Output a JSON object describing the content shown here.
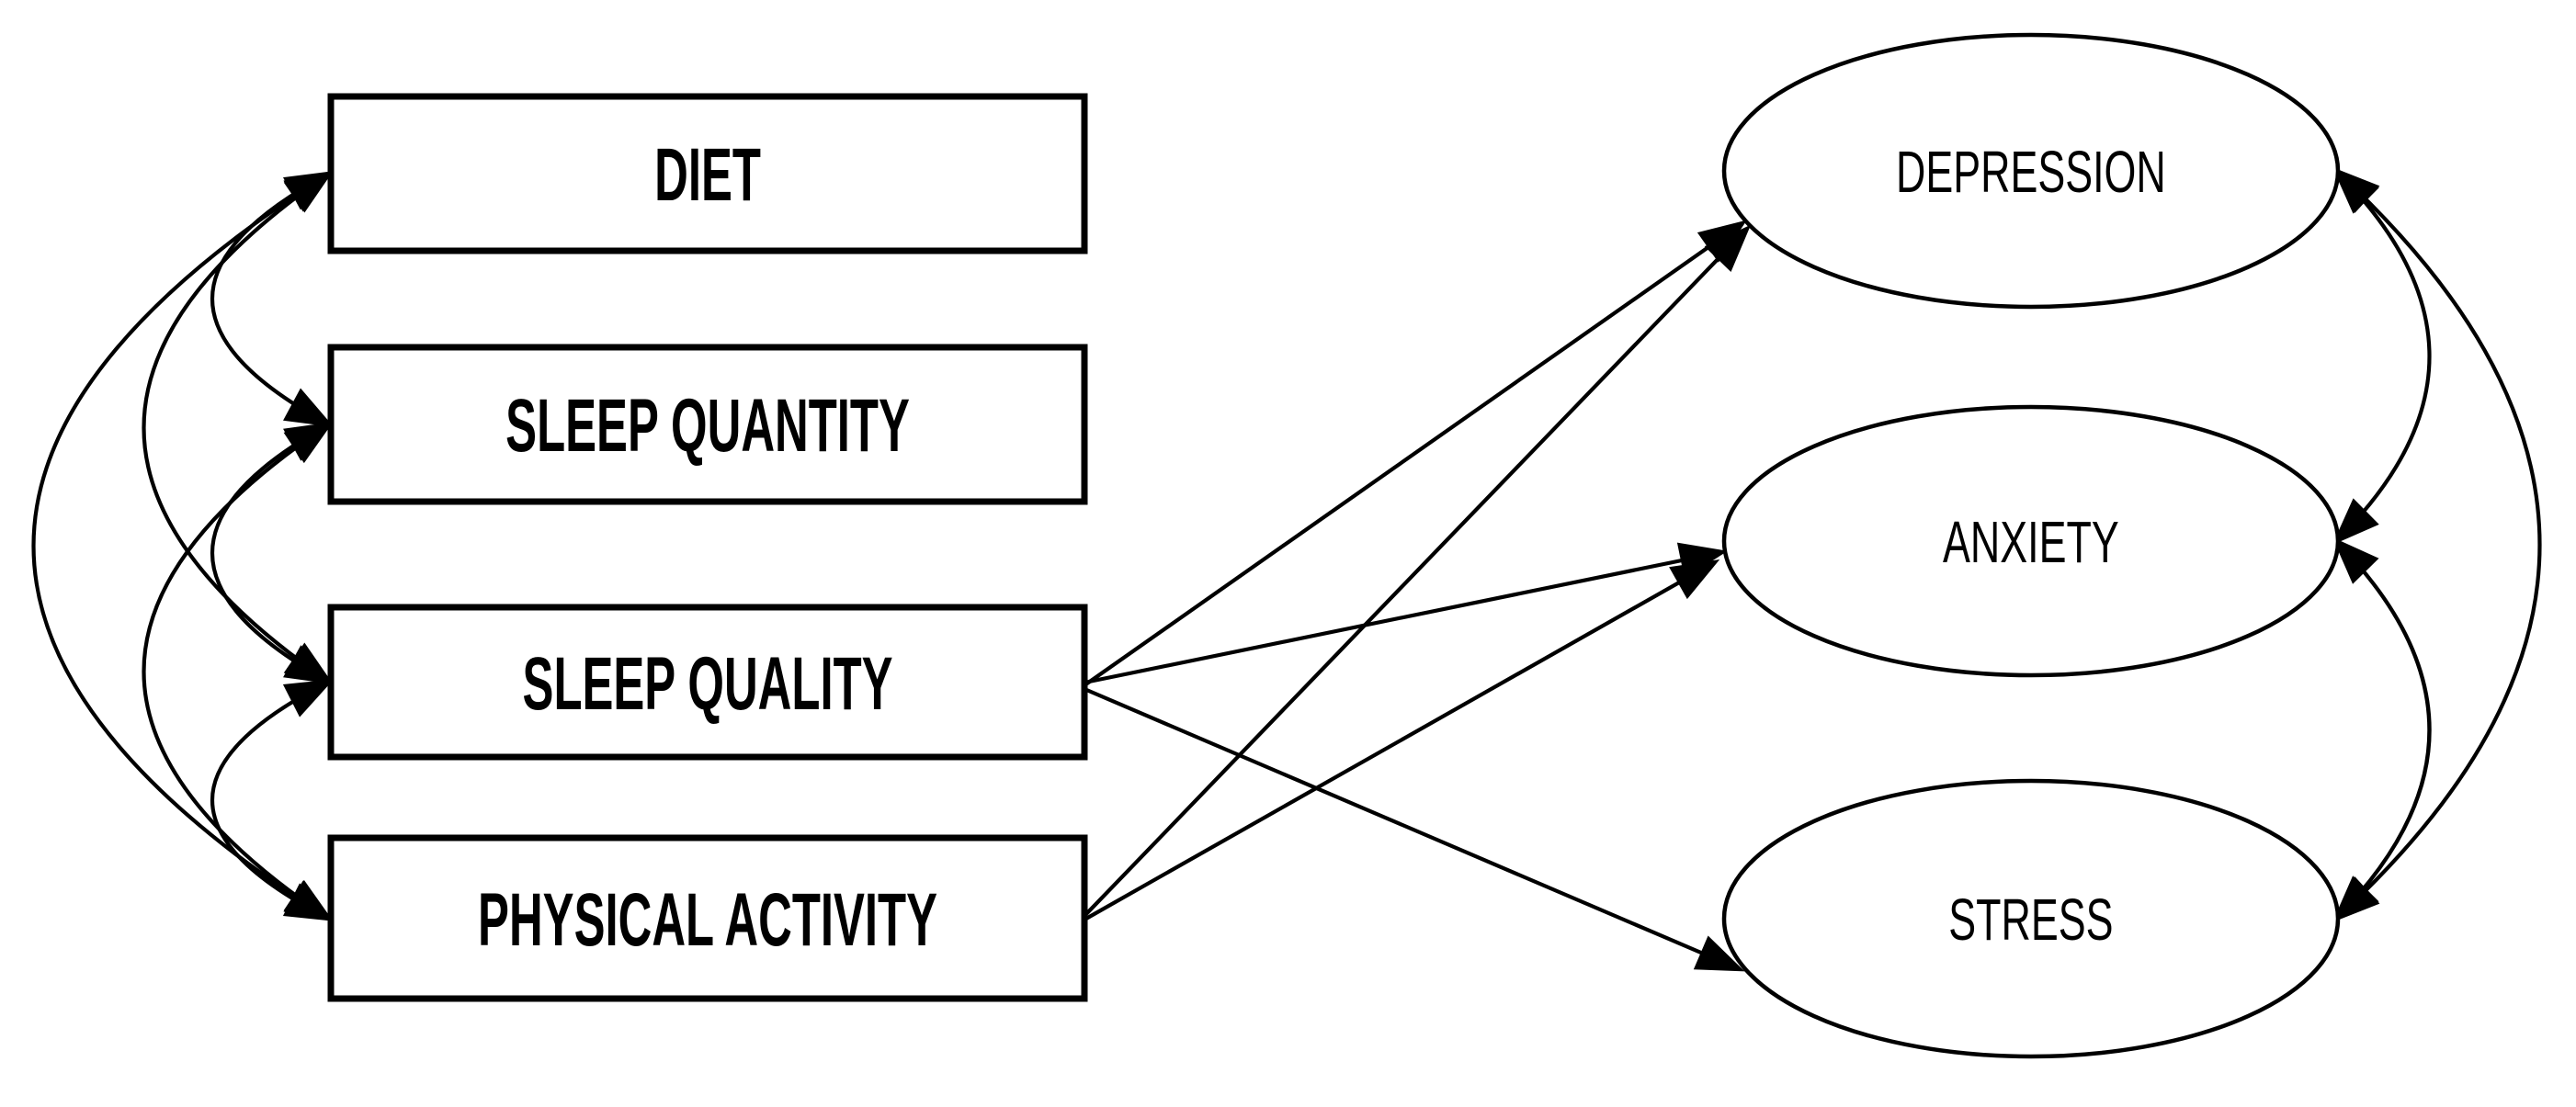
{
  "page": {
    "colors": {
      "ink": "#000000",
      "background": "#ffffff"
    }
  },
  "diagram": {
    "type": "structural-path-model",
    "observed_variables": [
      {
        "label": "DIET",
        "shape": "rectangle"
      },
      {
        "label": "SLEEP QUANTITY",
        "shape": "rectangle"
      },
      {
        "label": "SLEEP QUALITY",
        "shape": "rectangle"
      },
      {
        "label": "PHYSICAL ACTIVITY",
        "shape": "rectangle"
      }
    ],
    "latent_variables": [
      {
        "label": "DEPRESSION",
        "shape": "ellipse"
      },
      {
        "label": "ANXIETY",
        "shape": "ellipse"
      },
      {
        "label": "STRESS",
        "shape": "ellipse"
      }
    ],
    "directed_paths": [
      {
        "from": "SLEEP QUALITY",
        "to": "DEPRESSION"
      },
      {
        "from": "SLEEP QUALITY",
        "to": "ANXIETY"
      },
      {
        "from": "SLEEP QUALITY",
        "to": "STRESS"
      },
      {
        "from": "PHYSICAL ACTIVITY",
        "to": "DEPRESSION"
      },
      {
        "from": "PHYSICAL ACTIVITY",
        "to": "ANXIETY"
      }
    ],
    "covariances": [
      {
        "between": [
          "DIET",
          "SLEEP QUANTITY"
        ],
        "side": "left"
      },
      {
        "between": [
          "SLEEP QUANTITY",
          "SLEEP QUALITY"
        ],
        "side": "left"
      },
      {
        "between": [
          "SLEEP QUALITY",
          "PHYSICAL ACTIVITY"
        ],
        "side": "left"
      },
      {
        "between": [
          "DIET",
          "SLEEP QUALITY"
        ],
        "side": "left"
      },
      {
        "between": [
          "SLEEP QUANTITY",
          "PHYSICAL ACTIVITY"
        ],
        "side": "left"
      },
      {
        "between": [
          "DIET",
          "PHYSICAL ACTIVITY"
        ],
        "side": "left"
      },
      {
        "between": [
          "DEPRESSION",
          "ANXIETY"
        ],
        "side": "right"
      },
      {
        "between": [
          "ANXIETY",
          "STRESS"
        ],
        "side": "right"
      },
      {
        "between": [
          "DEPRESSION",
          "STRESS"
        ],
        "side": "right"
      }
    ]
  }
}
